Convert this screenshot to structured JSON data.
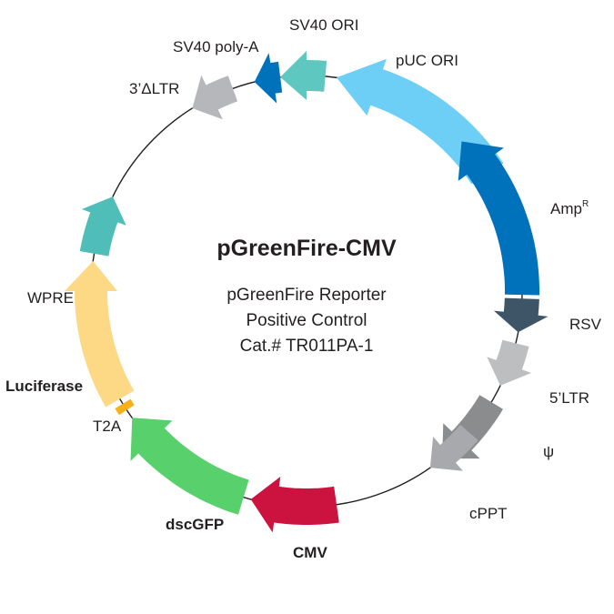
{
  "plasmid": {
    "title": "pGreenFire-CMV",
    "subtitle_lines": [
      "pGreenFire Reporter",
      "Positive Control",
      "Cat.# TR011PA-1"
    ]
  },
  "features": [
    {
      "id": "sv40-polya",
      "label": "SV40 poly-A",
      "color": "#0072bc"
    },
    {
      "id": "sv40-ori",
      "label": "SV40 ORI",
      "color": "#5ec8c0"
    },
    {
      "id": "puc-ori",
      "label": "pUC ORI",
      "color": "#6dcff6"
    },
    {
      "id": "amp",
      "label": "Amp",
      "label_sup": "R",
      "color": "#0072bc"
    },
    {
      "id": "rsv",
      "label": "RSV",
      "color": "#3d5566"
    },
    {
      "id": "5ltr",
      "label": "5’LTR",
      "color": "#bcbec0"
    },
    {
      "id": "psi",
      "label": "ψ",
      "color": "#8a8c8e"
    },
    {
      "id": "cppt",
      "label": "cPPT",
      "color": "#a7a9ac"
    },
    {
      "id": "cmv",
      "label": "CMV",
      "color": "#cc1340"
    },
    {
      "id": "dscgfp",
      "label": "dscGFP",
      "color": "#58d06b"
    },
    {
      "id": "t2a",
      "label": "T2A",
      "color": "#f7b118"
    },
    {
      "id": "luciferase",
      "label": "Luciferase",
      "color": "#fdd985"
    },
    {
      "id": "wpre",
      "label": "WPRE",
      "color": "#4fbdb8"
    },
    {
      "id": "3ltr",
      "label": "3’ΔLTR",
      "color": "#b5b7ba"
    }
  ]
}
